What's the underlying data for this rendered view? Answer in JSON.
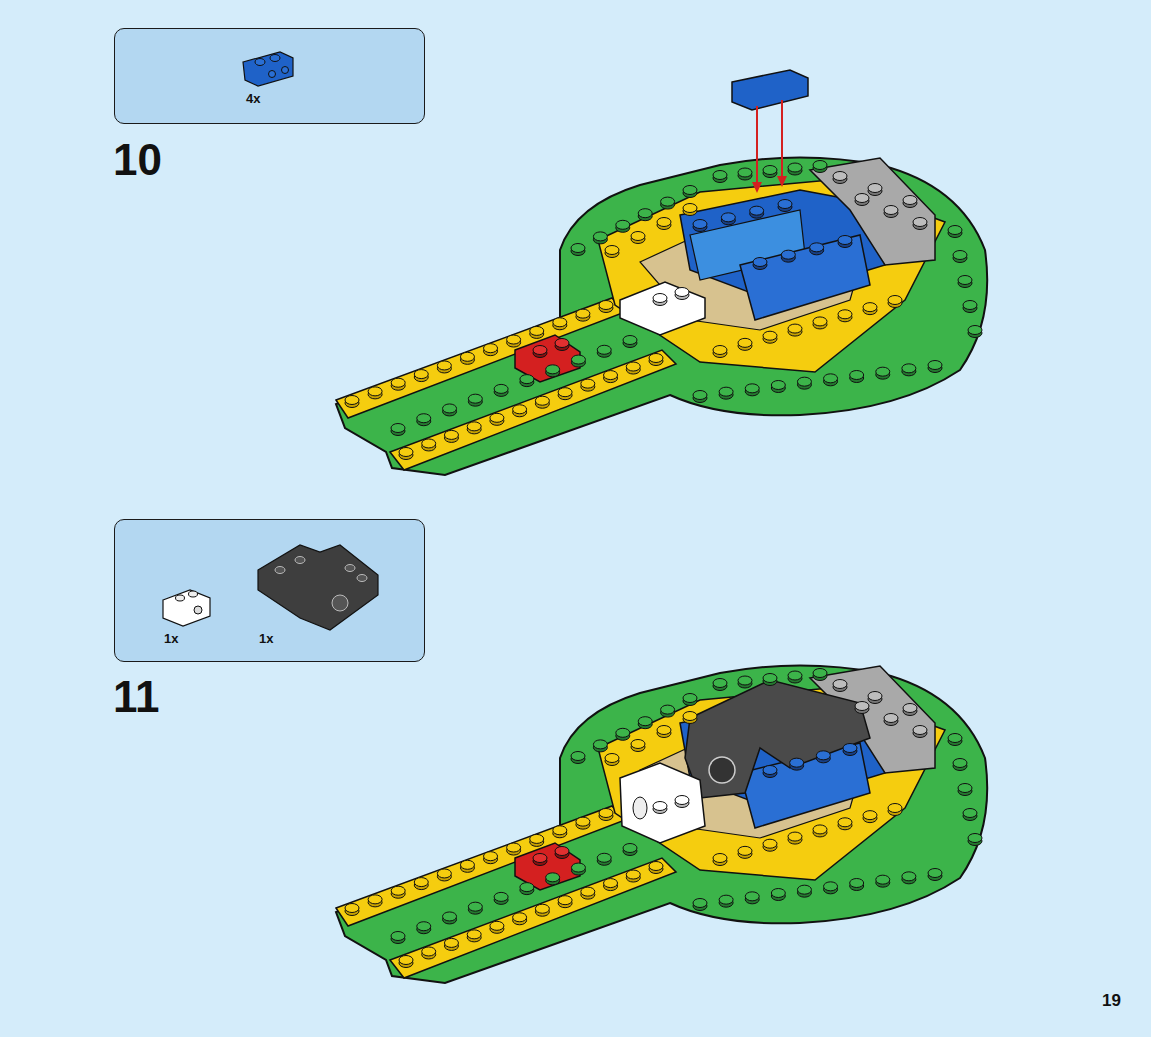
{
  "diagram": {
    "nodes": [
      {
        "text": [
          "4x"
        ]
      },
      {
        "text": [
          "1x",
          "1x"
        ]
      }
    ],
    "labels": [
      "10",
      "11",
      "19"
    ]
  }
}
